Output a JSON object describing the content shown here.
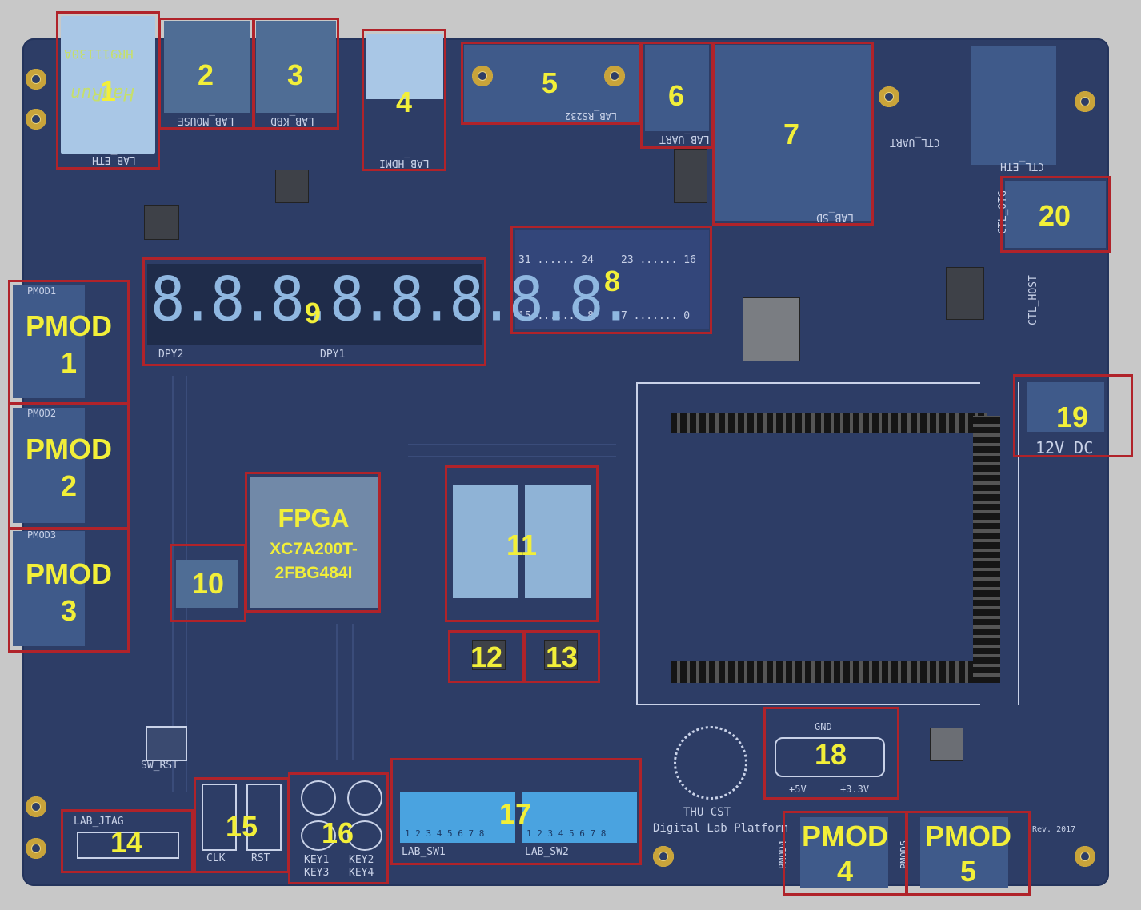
{
  "board": {
    "silk": {
      "lab_eth": "LAB_ETH",
      "hr_part": "HR911130A",
      "hanrun": "HanRun",
      "lab_mouse": "LAB_MOUSE",
      "lab_kbd": "LAB_KBD",
      "lab_hdmi": "LAB_HDMI",
      "lab_rs232": "LAB_RS232",
      "lab_uart": "LAB_UART",
      "lab_sd": "LAB_SD",
      "ctl_uart": "CTL_UART",
      "ctl_eth": "CTL_ETH",
      "ctl_otg": "CTL_OTG",
      "ctl_host": "CTL_HOST",
      "dpy2": "DPY2",
      "dpy1": "DPY1",
      "seg_digits": "8.8.8.8.8.8.8.8.",
      "led_31_24": "31 ...... 24",
      "led_23_16": "23 ...... 16",
      "led_15_8": "15 ....... 8",
      "led_7_0": "7 ....... 0",
      "pmod1": "PMOD1",
      "pmod2": "PMOD2",
      "pmod3": "PMOD3",
      "pmod4": "PMOD4",
      "pmod5": "PMOD5",
      "sw_rst": "SW_RST",
      "lab_jtag": "LAB_JTAG",
      "clk": "CLK",
      "rst": "RST",
      "key1": "KEY1",
      "key2": "KEY2",
      "key3": "KEY3",
      "key4": "KEY4",
      "lab_sw1": "LAB_SW1",
      "lab_sw2": "LAB_SW2",
      "sw_nums": "1 2 3 4 5 6 7 8",
      "gnd": "GND",
      "p5v": "+5V",
      "p33v": "+3.3V",
      "v12_dc": "12V DC",
      "thu_cst": "THU CST",
      "digital_lab": "Digital Lab Platform",
      "rev": "Rev. 2017"
    },
    "fpga": {
      "title": "FPGA",
      "part_line1": "XC7A200T-",
      "part_line2": "2FBG484I"
    },
    "callouts": [
      {
        "id": "1",
        "label": "1"
      },
      {
        "id": "2",
        "label": "2"
      },
      {
        "id": "3",
        "label": "3"
      },
      {
        "id": "4",
        "label": "4"
      },
      {
        "id": "5",
        "label": "5"
      },
      {
        "id": "6",
        "label": "6"
      },
      {
        "id": "7",
        "label": "7"
      },
      {
        "id": "8",
        "label": "8"
      },
      {
        "id": "9",
        "label": "9"
      },
      {
        "id": "10",
        "label": "10"
      },
      {
        "id": "11",
        "label": "11"
      },
      {
        "id": "12",
        "label": "12"
      },
      {
        "id": "13",
        "label": "13"
      },
      {
        "id": "14",
        "label": "14"
      },
      {
        "id": "15",
        "label": "15"
      },
      {
        "id": "16",
        "label": "16"
      },
      {
        "id": "17",
        "label": "17"
      },
      {
        "id": "18",
        "label": "18"
      },
      {
        "id": "19",
        "label": "19"
      },
      {
        "id": "20",
        "label": "20"
      }
    ],
    "pmod_callouts": [
      {
        "line1": "PMOD",
        "line2": "1"
      },
      {
        "line1": "PMOD",
        "line2": "2"
      },
      {
        "line1": "PMOD",
        "line2": "3"
      },
      {
        "line1": "PMOD",
        "line2": "4"
      },
      {
        "line1": "PMOD",
        "line2": "5"
      }
    ],
    "colors": {
      "pcb": "#2d3d66",
      "callout_border": "#b0232a",
      "callout_text": "#f2ef39",
      "silkscreen": "#c9d2e8"
    }
  }
}
